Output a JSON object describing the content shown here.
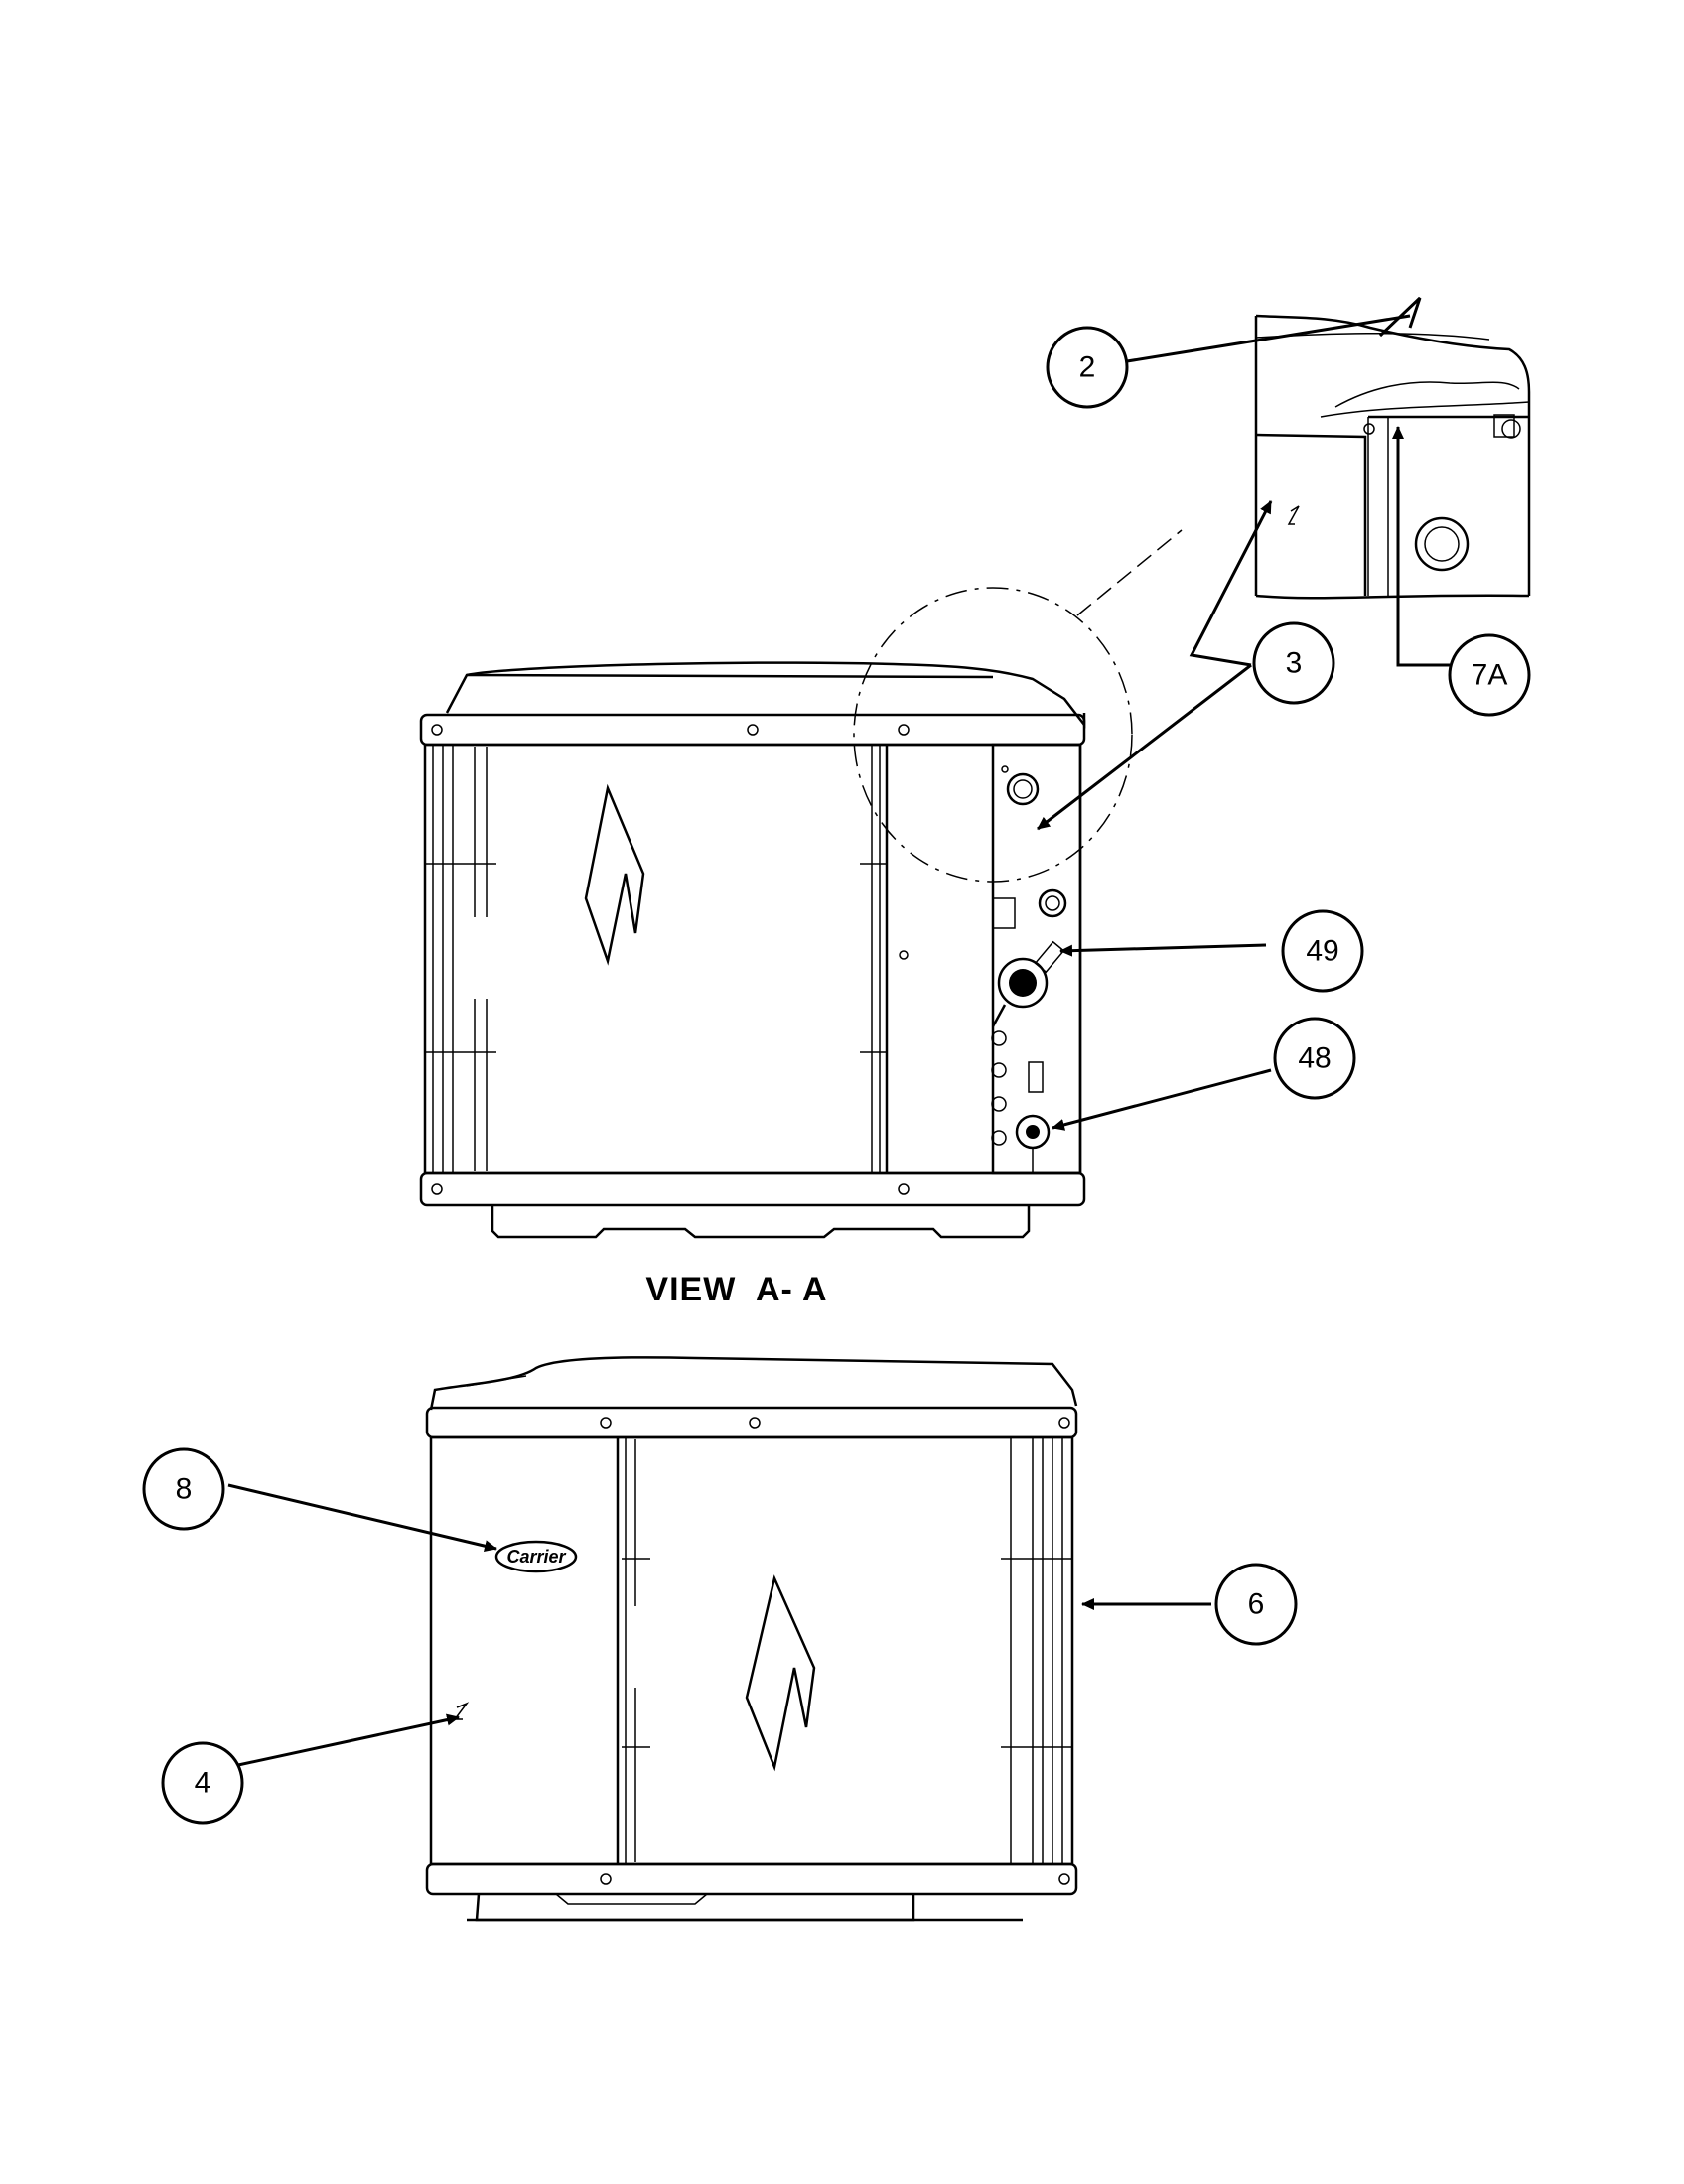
{
  "view_caption": "VIEW  A- A",
  "logo_text": "Carrier",
  "callouts": {
    "c2": "2",
    "c3": "3",
    "c7a": "7A",
    "c49": "49",
    "c48": "48",
    "c8": "8",
    "c6": "6",
    "c4": "4"
  }
}
